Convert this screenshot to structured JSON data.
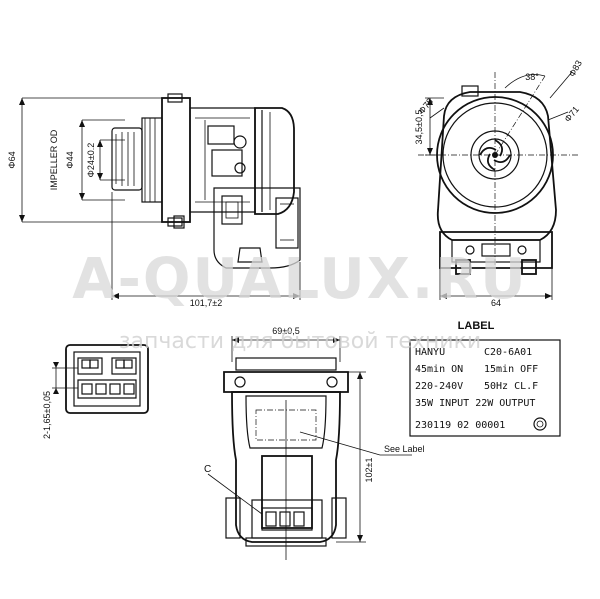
{
  "watermark": {
    "brand": "A-QUALUX.RU",
    "tagline": "запчасти для бытовой техники"
  },
  "side_view": {
    "impeller_label": "IMPELLER OD",
    "dim_height": "Φ64",
    "dim_impeller": "Φ44",
    "dim_shaft": "Φ24±0.2",
    "dim_length": "101,7±2"
  },
  "front_view": {
    "dim_angle": "38°",
    "dim_d83": "Φ83",
    "dim_d78": "Φ78",
    "dim_d71": "Φ71",
    "dim_offset": "34,5±0,5",
    "dim_width": "64"
  },
  "connector_view": {
    "dim_pitch": "2-1,65±0,05"
  },
  "bottom_view": {
    "dim_width": "69±0,5",
    "dim_height": "102±1",
    "detail_letter": "C",
    "see_label": "See Label"
  },
  "label_box": {
    "title": "LABEL",
    "brand": "HANYU",
    "model": "C20-6A01",
    "cycle_on": "45min ON",
    "cycle_off": "15min OFF",
    "voltage": "220-240V",
    "freq": "50Hz CL.F",
    "power": "35W INPUT 22W OUTPUT",
    "code": "230119 02 00001"
  }
}
